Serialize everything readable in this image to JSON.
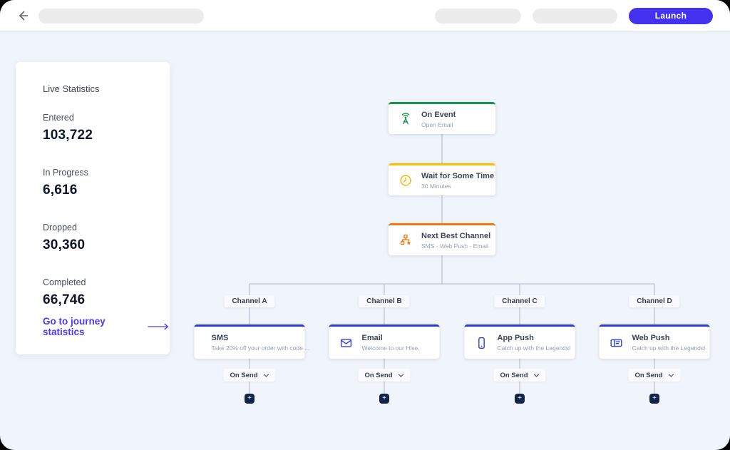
{
  "topbar": {
    "back_icon": "back-arrow-icon",
    "launch_label": "Launch"
  },
  "sidebar": {
    "title": "Live Statistics",
    "stats": [
      {
        "label": "Entered",
        "value": "103,722"
      },
      {
        "label": "In Progress",
        "value": "6,616"
      },
      {
        "label": "Dropped",
        "value": "30,360"
      },
      {
        "label": "Completed",
        "value": "66,746"
      }
    ],
    "link_label": "Go to journey statistics"
  },
  "flow": {
    "nodes": [
      {
        "title": "On Event",
        "subtitle": "Open Email",
        "icon": "antenna-icon",
        "accent": "#1c9150"
      },
      {
        "title": "Wait for Some Time",
        "subtitle": "30 Minutes",
        "icon": "clock-icon",
        "accent": "#f5c000"
      },
      {
        "title": "Next Best Channel",
        "subtitle": "SMS - Web Push - Email",
        "icon": "hierarchy-star-icon",
        "accent": "#ed790f"
      }
    ],
    "branch_labels": [
      "Channel A",
      "Channel B",
      "Channel C",
      "Channel D"
    ],
    "channels": [
      {
        "title": "SMS",
        "subtitle": "Take 20% off your order with code ...",
        "icon": "sms-icon",
        "accent": "#2b3bd7"
      },
      {
        "title": "Email",
        "subtitle": "Welcome to our Hive.",
        "icon": "email-icon",
        "accent": "#2b3bd7"
      },
      {
        "title": "App Push",
        "subtitle": "Catch up with the Legends!",
        "icon": "app-push-icon",
        "accent": "#2b3bd7"
      },
      {
        "title": "Web Push",
        "subtitle": "Catch up with the Legends!",
        "icon": "web-push-icon",
        "accent": "#2b3bd7"
      }
    ],
    "trigger_label": "On Send",
    "add_label": "+"
  },
  "colors": {
    "background": "#f0f4fb",
    "topbar": "#ffffff",
    "launch_button": "#4531f0",
    "link": "#4b3bf0",
    "accent_green": "#1c9150",
    "accent_yellow": "#f5c000",
    "accent_orange": "#ed790f",
    "accent_blue": "#2b3bd7",
    "plus_button": "#142349",
    "connector": "#aeb5c5"
  }
}
